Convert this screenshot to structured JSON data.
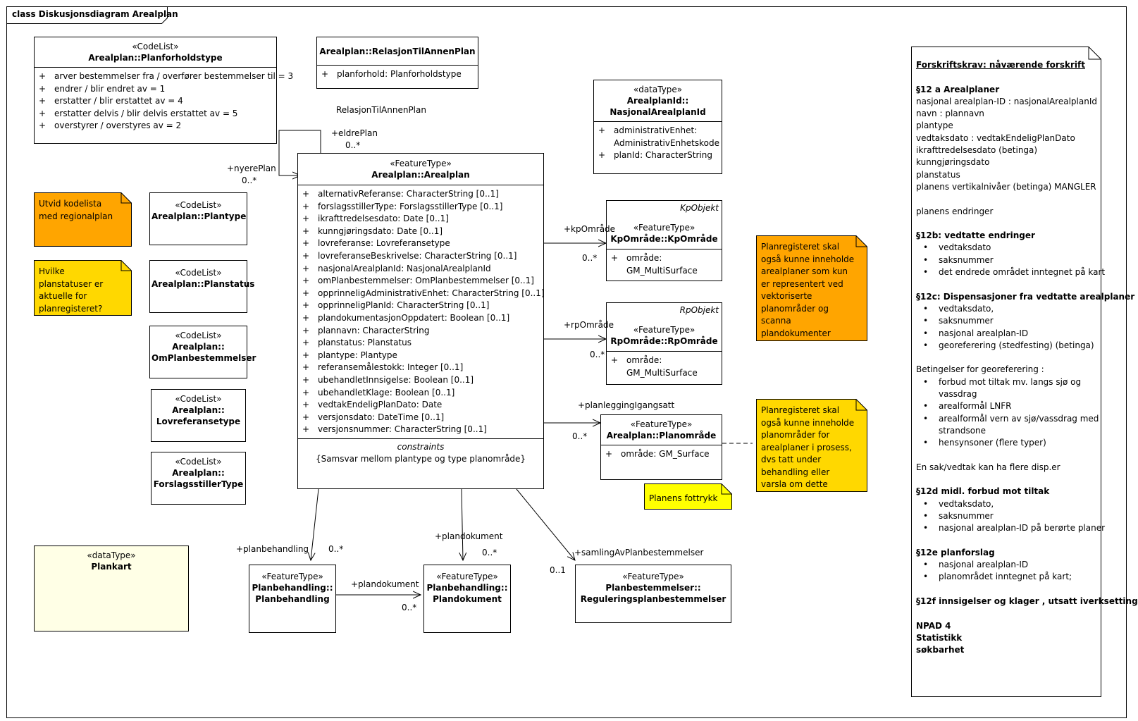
{
  "frame_title": "class Diskusjonsdiagram Arealplan",
  "planforholdstype": {
    "stereotype": "«CodeList»",
    "name": "Arealplan::Planforholdstype",
    "attributes": [
      {
        "vis": "+",
        "text": "arver bestemmelser fra / overfører bestemmelser til = 3"
      },
      {
        "vis": "+",
        "text": "endrer / blir endret av = 1"
      },
      {
        "vis": "+",
        "text": "erstatter / blir erstattet av = 4"
      },
      {
        "vis": "+",
        "text": "erstatter delvis / blir delvis erstattet av  = 5"
      },
      {
        "vis": "+",
        "text": "overstyrer / overstyres av = 2"
      }
    ]
  },
  "relasjon": {
    "name": "Arealplan::RelasjonTilAnnenPlan",
    "attributes": [
      {
        "vis": "+",
        "text": "planforhold: Planforholdstype"
      }
    ]
  },
  "arealplanid": {
    "stereotype": "«dataType»",
    "name_line1": "ArealplanId::",
    "name_line2": "NasjonalArealplanId",
    "attributes": [
      {
        "vis": "+",
        "text": "administrativEnhet:"
      },
      {
        "vis": "",
        "text": "AdministrativEnhetskode"
      },
      {
        "vis": "+",
        "text": "planId: CharacterString"
      }
    ]
  },
  "arealplan": {
    "stereotype": "«FeatureType»",
    "name": "Arealplan::Arealplan",
    "attributes": [
      {
        "vis": "+",
        "text": "alternativReferanse: CharacterString [0..1]"
      },
      {
        "vis": "+",
        "text": "forslagsstillerType: ForslagsstillerType [0..1]"
      },
      {
        "vis": "+",
        "text": "ikrafttredelsesdato: Date [0..1]"
      },
      {
        "vis": "+",
        "text": "kunngjøringsdato: Date [0..1]"
      },
      {
        "vis": "+",
        "text": "lovreferanse: Lovreferansetype"
      },
      {
        "vis": "+",
        "text": "lovreferanseBeskrivelse: CharacterString [0..1]"
      },
      {
        "vis": "+",
        "text": "nasjonalArealplanId: NasjonalArealplanId"
      },
      {
        "vis": "+",
        "text": "omPlanbestemmelser: OmPlanbestemmelser [0..1]"
      },
      {
        "vis": "+",
        "text": "opprinneligAdministrativEnhet: CharacterString [0..1]"
      },
      {
        "vis": "+",
        "text": "opprinneligPlanId: CharacterString [0..1]"
      },
      {
        "vis": "+",
        "text": "plandokumentasjonOppdatert: Boolean [0..1]"
      },
      {
        "vis": "+",
        "text": "plannavn: CharacterString"
      },
      {
        "vis": "+",
        "text": "planstatus: Planstatus"
      },
      {
        "vis": "+",
        "text": "plantype: Plantype"
      },
      {
        "vis": "+",
        "text": "referansemålestokk: Integer [0..1]"
      },
      {
        "vis": "+",
        "text": "ubehandletInnsigelse: Boolean [0..1]"
      },
      {
        "vis": "+",
        "text": "ubehandletKlage: Boolean [0..1]"
      },
      {
        "vis": "+",
        "text": "vedtakEndeligPlanDato: Date"
      },
      {
        "vis": "+",
        "text": "versjonsdato: DateTime [0..1]"
      },
      {
        "vis": "+",
        "text": "versjonsnummer: CharacterString [0..1]"
      }
    ],
    "constraints_title": "constraints",
    "constraint": "{Samsvar mellom plantype og type planområde}"
  },
  "kpomrade": {
    "tag": "KpObjekt",
    "stereotype": "«FeatureType»",
    "name": "KpOmråde::KpOmråde",
    "attributes": [
      {
        "vis": "+",
        "text": "område:"
      },
      {
        "vis": "",
        "text": "GM_MultiSurface"
      }
    ]
  },
  "rpomrade": {
    "tag": "RpObjekt",
    "stereotype": "«FeatureType»",
    "name": "RpOmråde::RpOmråde",
    "attributes": [
      {
        "vis": "+",
        "text": "område:"
      },
      {
        "vis": "",
        "text": "GM_MultiSurface"
      }
    ]
  },
  "planomrade": {
    "stereotype": "«FeatureType»",
    "name": "Arealplan::Planområde",
    "attributes": [
      {
        "vis": "+",
        "text": "område: GM_Surface"
      }
    ]
  },
  "codelists": [
    {
      "stereotype": "«CodeList»",
      "line1": "Arealplan::Plantype",
      "line2": ""
    },
    {
      "stereotype": "«CodeList»",
      "line1": "Arealplan::Planstatus",
      "line2": ""
    },
    {
      "stereotype": "«CodeList»",
      "line1": "Arealplan::",
      "line2": "OmPlanbestemmelser"
    },
    {
      "stereotype": "«CodeList»",
      "line1": "Arealplan::",
      "line2": "Lovreferansetype"
    },
    {
      "stereotype": "«CodeList»",
      "line1": "Arealplan::",
      "line2": "ForslagsstillerType"
    }
  ],
  "plankart": {
    "stereotype": "«dataType»",
    "name": "Plankart"
  },
  "planbehandling": {
    "stereotype": "«FeatureType»",
    "line1": "Planbehandling::",
    "line2": "Planbehandling"
  },
  "plandokument": {
    "stereotype": "«FeatureType»",
    "line1": "Planbehandling::",
    "line2": "Plandokument"
  },
  "reguleringsplan": {
    "stereotype": "«FeatureType»",
    "line1": "Planbestemmelser::",
    "line2": "Reguleringsplanbestemmelser"
  },
  "notes": {
    "utvid": "Utvid kodelista med regionalplan",
    "hvilke": "Hvilke planstatuser er aktuelle for planregisteret?",
    "planreg1": "Planregisteret skal også kunne inneholde arealplaner som kun er representert ved vektoriserte planområder og scanna plandokumenter",
    "planreg2": "Planregisteret skal også kunne inneholde planområder for arealplaner i prosess, dvs tatt under behandling eller varsla om dette",
    "fottrykk": "Planens fottrykk"
  },
  "labels": {
    "relasjon_assoc": "RelasjonTilAnnenPlan",
    "eldreplan": "+eldrePlan",
    "eldreplan_mult": "0..*",
    "nyereplan": "+nyerePlan",
    "nyereplan_mult": "0..*",
    "kpomrade": "+kpOmråde",
    "kpomrade_mult": "0..*",
    "rpomrade": "+rpOmråde",
    "rpomrade_mult": "0..*",
    "planlegging": "+planleggingIgangsatt",
    "planlegging_mult": "0..*",
    "planbehandling": "+planbehandling",
    "planbehandling_mult": "0..*",
    "plandokument_top": "+plandokument",
    "plandokument_top_mult": "0..*",
    "plandokument_left": "+plandokument",
    "plandokument_left_mult": "0..*",
    "samling": "+samlingAvPlanbestemmelser",
    "samling_mult": "0..1"
  },
  "requirements": [
    {
      "style": "u",
      "text": "Forskriftskrav: nåværende forskrift"
    },
    {
      "style": "sp",
      "text": ""
    },
    {
      "style": "b",
      "text": "§12 a  Arealplaner"
    },
    {
      "style": "n",
      "text": "nasjonal arealplan-ID : nasjonalArealplanId"
    },
    {
      "style": "n",
      "text": "navn : plannavn"
    },
    {
      "style": "n",
      "text": "plantype"
    },
    {
      "style": "n",
      "text": "vedtaksdato : vedtakEndeligPlanDato"
    },
    {
      "style": "n",
      "text": "ikrafttredelsesdato (betinga)"
    },
    {
      "style": "n",
      "text": "kunngjøringsdato"
    },
    {
      "style": "n",
      "text": "planstatus"
    },
    {
      "style": "n",
      "text": "planens vertikalnivåer (betinga)  MANGLER"
    },
    {
      "style": "sp",
      "text": ""
    },
    {
      "style": "n",
      "text": "planens endringer"
    },
    {
      "style": "sp",
      "text": ""
    },
    {
      "style": "b",
      "text": "§12b: vedtatte endringer"
    },
    {
      "style": "bl",
      "text": "vedtaksdato"
    },
    {
      "style": "bl",
      "text": "saksnummer"
    },
    {
      "style": "bl",
      "text": "det endrede området inntegnet på kart"
    },
    {
      "style": "sp",
      "text": ""
    },
    {
      "style": "b",
      "text": "§12c: Dispensasjoner fra vedtatte arealplaner"
    },
    {
      "style": "bl",
      "text": "vedtaksdato,"
    },
    {
      "style": "bl",
      "text": "saksnummer"
    },
    {
      "style": "bl",
      "text": "nasjonal arealplan-ID"
    },
    {
      "style": "bl",
      "text": "georeferering (stedfesting) (betinga)"
    },
    {
      "style": "sp",
      "text": ""
    },
    {
      "style": "n",
      "text": "Betingelser for georeferering :"
    },
    {
      "style": "bl",
      "text": "forbud mot tiltak mv. langs sjø og"
    },
    {
      "style": "bl2",
      "text": "vassdrag"
    },
    {
      "style": "bl",
      "text": "arealformål LNFR"
    },
    {
      "style": "bl",
      "text": "arealformål vern av sjø/vassdrag med"
    },
    {
      "style": "bl2",
      "text": "strandsone"
    },
    {
      "style": "bl",
      "text": "hensynsoner (flere typer)"
    },
    {
      "style": "sp",
      "text": ""
    },
    {
      "style": "n",
      "text": "En sak/vedtak kan ha flere disp.er"
    },
    {
      "style": "sp",
      "text": ""
    },
    {
      "style": "b",
      "text": "§12d  midl. forbud mot tiltak"
    },
    {
      "style": "bl",
      "text": "vedtaksdato,"
    },
    {
      "style": "bl",
      "text": "saksnummer"
    },
    {
      "style": "bl",
      "text": "nasjonal arealplan-ID på berørte planer"
    },
    {
      "style": "sp",
      "text": ""
    },
    {
      "style": "b",
      "text": "§12e planforslag"
    },
    {
      "style": "bl",
      "text": "nasjonal arealplan-ID"
    },
    {
      "style": "bl",
      "text": "planområdet inntegnet på kart;"
    },
    {
      "style": "sp",
      "text": ""
    },
    {
      "style": "b",
      "text": "§12f innsigelser og klager , utsatt iverksetting"
    },
    {
      "style": "sp",
      "text": ""
    },
    {
      "style": "b",
      "text": "NPAD 4"
    },
    {
      "style": "b",
      "text": "Statistikk"
    },
    {
      "style": "b",
      "text": "søkbarhet"
    }
  ],
  "colors": {
    "orange": "#FFA500",
    "yellow": "#FFD800",
    "lightyellow": "#FFFF00",
    "cream": "#FFFFE6"
  }
}
